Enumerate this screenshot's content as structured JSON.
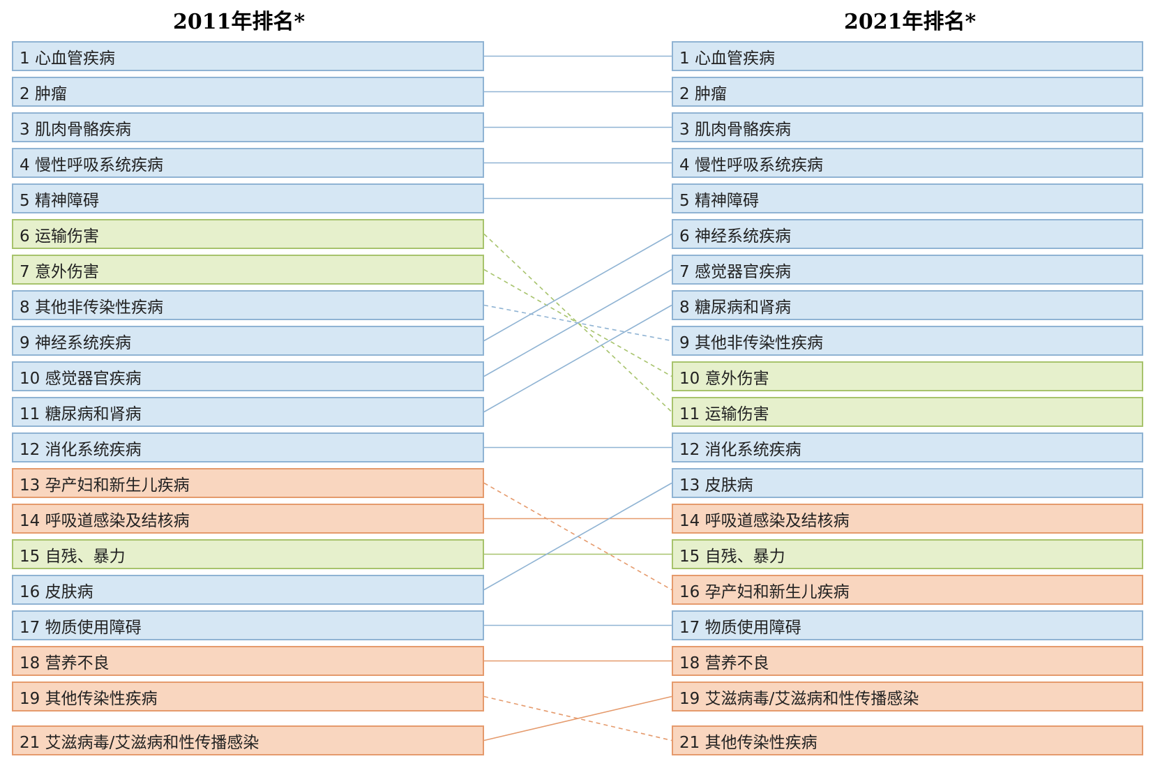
{
  "headers": {
    "left": "2011年排名*",
    "right": "2021年排名*"
  },
  "colors": {
    "blue": {
      "fill": "#d6e7f4",
      "border": "#8fb3d3",
      "line": "#8fb3d3"
    },
    "green": {
      "fill": "#e6f0cc",
      "border": "#a7c36c",
      "line": "#a7c36c"
    },
    "orange": {
      "fill": "#f9d6bf",
      "border": "#e59a6c",
      "line": "#e59a6c"
    }
  },
  "rank_2011": [
    {
      "rank": 1,
      "label": "1 心血管疾病",
      "category": "blue"
    },
    {
      "rank": 2,
      "label": "2 肿瘤",
      "category": "blue"
    },
    {
      "rank": 3,
      "label": "3 肌肉骨骼疾病",
      "category": "blue"
    },
    {
      "rank": 4,
      "label": "4 慢性呼吸系统疾病",
      "category": "blue"
    },
    {
      "rank": 5,
      "label": "5 精神障碍",
      "category": "blue"
    },
    {
      "rank": 6,
      "label": "6 运输伤害",
      "category": "green"
    },
    {
      "rank": 7,
      "label": "7 意外伤害",
      "category": "green"
    },
    {
      "rank": 8,
      "label": "8 其他非传染性疾病",
      "category": "blue"
    },
    {
      "rank": 9,
      "label": "9 神经系统疾病",
      "category": "blue"
    },
    {
      "rank": 10,
      "label": "10 感觉器官疾病",
      "category": "blue"
    },
    {
      "rank": 11,
      "label": "11 糖尿病和肾病",
      "category": "blue"
    },
    {
      "rank": 12,
      "label": "12 消化系统疾病",
      "category": "blue"
    },
    {
      "rank": 13,
      "label": "13 孕产妇和新生儿疾病",
      "category": "orange"
    },
    {
      "rank": 14,
      "label": "14 呼吸道感染及结核病",
      "category": "orange"
    },
    {
      "rank": 15,
      "label": "15 自残、暴力",
      "category": "green"
    },
    {
      "rank": 16,
      "label": "16 皮肤病",
      "category": "blue"
    },
    {
      "rank": 17,
      "label": "17 物质使用障碍",
      "category": "blue"
    },
    {
      "rank": 18,
      "label": "18 营养不良",
      "category": "orange"
    },
    {
      "rank": 19,
      "label": "19 其他传染性疾病",
      "category": "orange"
    },
    {
      "rank": 21,
      "label": "21 艾滋病毒/艾滋病和性传播感染",
      "category": "orange"
    }
  ],
  "rank_2021": [
    {
      "rank": 1,
      "label": "1 心血管疾病",
      "category": "blue"
    },
    {
      "rank": 2,
      "label": "2 肿瘤",
      "category": "blue"
    },
    {
      "rank": 3,
      "label": "3 肌肉骨骼疾病",
      "category": "blue"
    },
    {
      "rank": 4,
      "label": "4 慢性呼吸系统疾病",
      "category": "blue"
    },
    {
      "rank": 5,
      "label": "5 精神障碍",
      "category": "blue"
    },
    {
      "rank": 6,
      "label": "6 神经系统疾病",
      "category": "blue"
    },
    {
      "rank": 7,
      "label": "7 感觉器官疾病",
      "category": "blue"
    },
    {
      "rank": 8,
      "label": "8 糖尿病和肾病",
      "category": "blue"
    },
    {
      "rank": 9,
      "label": "9 其他非传染性疾病",
      "category": "blue"
    },
    {
      "rank": 10,
      "label": "10 意外伤害",
      "category": "green"
    },
    {
      "rank": 11,
      "label": "11 运输伤害",
      "category": "green"
    },
    {
      "rank": 12,
      "label": "12 消化系统疾病",
      "category": "blue"
    },
    {
      "rank": 13,
      "label": "13 皮肤病",
      "category": "blue"
    },
    {
      "rank": 14,
      "label": "14 呼吸道感染及结核病",
      "category": "orange"
    },
    {
      "rank": 15,
      "label": "15 自残、暴力",
      "category": "green"
    },
    {
      "rank": 16,
      "label": "16 孕产妇和新生儿疾病",
      "category": "orange"
    },
    {
      "rank": 17,
      "label": "17 物质使用障碍",
      "category": "blue"
    },
    {
      "rank": 18,
      "label": "18 营养不良",
      "category": "orange"
    },
    {
      "rank": 19,
      "label": "19 艾滋病毒/艾滋病和性传播感染",
      "category": "orange"
    },
    {
      "rank": 21,
      "label": "21 其他传染性疾病",
      "category": "orange"
    }
  ],
  "connections": [
    {
      "from": 1,
      "to": 1,
      "category": "blue",
      "style": "solid"
    },
    {
      "from": 2,
      "to": 2,
      "category": "blue",
      "style": "solid"
    },
    {
      "from": 3,
      "to": 3,
      "category": "blue",
      "style": "solid"
    },
    {
      "from": 4,
      "to": 4,
      "category": "blue",
      "style": "solid"
    },
    {
      "from": 5,
      "to": 5,
      "category": "blue",
      "style": "solid"
    },
    {
      "from": 6,
      "to": 11,
      "category": "green",
      "style": "dashed"
    },
    {
      "from": 7,
      "to": 10,
      "category": "green",
      "style": "dashed"
    },
    {
      "from": 8,
      "to": 9,
      "category": "blue",
      "style": "dashed"
    },
    {
      "from": 9,
      "to": 6,
      "category": "blue",
      "style": "solid"
    },
    {
      "from": 10,
      "to": 7,
      "category": "blue",
      "style": "solid"
    },
    {
      "from": 11,
      "to": 8,
      "category": "blue",
      "style": "solid"
    },
    {
      "from": 12,
      "to": 12,
      "category": "blue",
      "style": "solid"
    },
    {
      "from": 13,
      "to": 16,
      "category": "orange",
      "style": "dashed"
    },
    {
      "from": 14,
      "to": 14,
      "category": "orange",
      "style": "solid"
    },
    {
      "from": 15,
      "to": 15,
      "category": "green",
      "style": "solid"
    },
    {
      "from": 16,
      "to": 13,
      "category": "blue",
      "style": "solid"
    },
    {
      "from": 17,
      "to": 17,
      "category": "blue",
      "style": "solid"
    },
    {
      "from": 18,
      "to": 18,
      "category": "orange",
      "style": "solid"
    },
    {
      "from": 19,
      "to": 21,
      "category": "orange",
      "style": "dashed"
    },
    {
      "from": 21,
      "to": 19,
      "category": "orange",
      "style": "solid"
    }
  ]
}
